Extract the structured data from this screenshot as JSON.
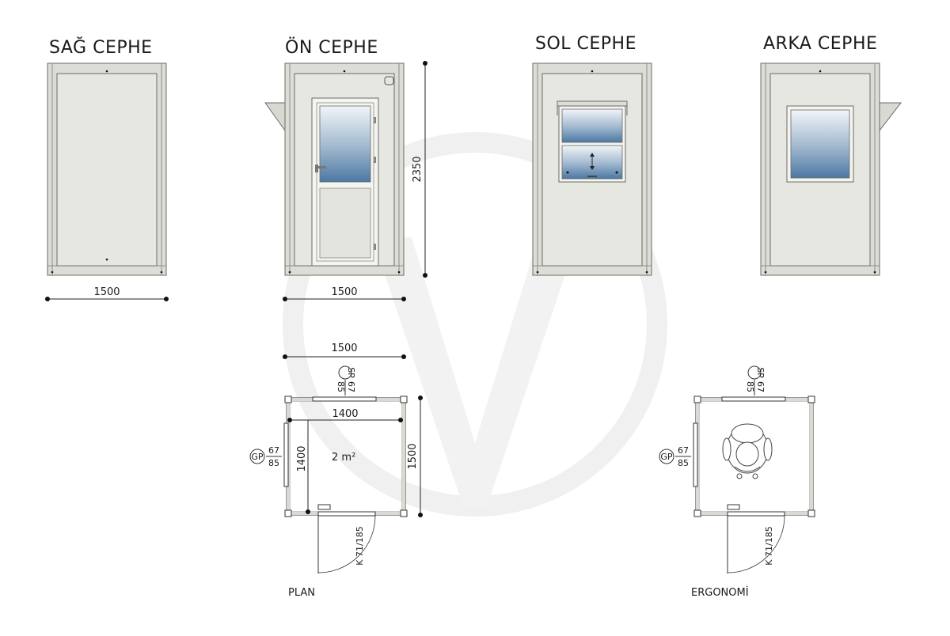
{
  "views": {
    "right": {
      "title": "SAĞ CEPHE",
      "width_dim": "1500"
    },
    "front": {
      "title": "ÖN CEPHE",
      "width_dim": "1500",
      "height_dim": "2350"
    },
    "left": {
      "title": "SOL CEPHE"
    },
    "back": {
      "title": "ARKA CEPHE"
    }
  },
  "plan": {
    "label": "PLAN",
    "outer_width": "1500",
    "inner_width": "1400",
    "inner_height": "1400",
    "outer_depth": "1500",
    "area": "2 m²",
    "sp_tag": "SP",
    "sp_a": "67",
    "sp_b": "85",
    "gp_tag": "GP",
    "gp_a": "67",
    "gp_b": "85",
    "door_tag": "K 71/185"
  },
  "ergonomics": {
    "label": "ERGONOMİ",
    "sp_tag": "SP",
    "sp_a": "67",
    "sp_b": "85",
    "gp_tag": "GP",
    "gp_a": "67",
    "gp_b": "85",
    "door_tag": "K 71/185"
  },
  "colors": {
    "panel": "#e6e7e1",
    "frame": "#dcddd6",
    "glass_top": "#eef3f7",
    "glass_bottom": "#4e79a4",
    "watermark": "#efefef"
  }
}
